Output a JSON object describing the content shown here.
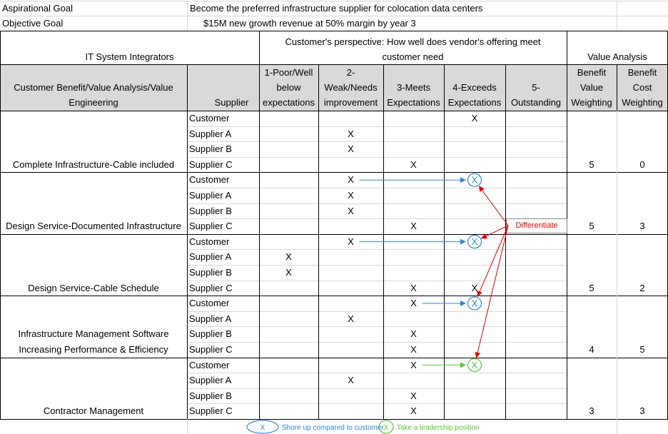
{
  "goals": {
    "aspirational_label": "Aspirational Goal",
    "aspirational_value": "Become the preferred infrastructure supplier for colocation data centers",
    "objective_label": "Objective Goal",
    "objective_value": "$15M new growth revenue at 50% margin by year 3"
  },
  "header": {
    "section_title": "IT System Integrators",
    "perspective_line1": "Customer's perspective: How well does  vendor's offering meet",
    "perspective_line2": "customer need",
    "value_analysis": "Value Analysis",
    "benefit_col_line1": "Customer Benefit/Value Analysis/Value",
    "benefit_col_line2": "Engineering",
    "supplier_col": "Supplier",
    "ratings": [
      {
        "l1": "1-Poor/Well",
        "l2": "below",
        "l3": "expectations"
      },
      {
        "l1": "2-",
        "l2": "Weak/Needs",
        "l3": "improvement"
      },
      {
        "l1": "",
        "l2": "3-Meets",
        "l3": "Expectations"
      },
      {
        "l1": "",
        "l2": "4-Exceeds",
        "l3": "Expectations"
      },
      {
        "l1": "",
        "l2": "5-",
        "l3": "Outstanding"
      }
    ],
    "benefit_value": {
      "l1": "Benefit",
      "l2": "Value",
      "l3": "Weighting"
    },
    "benefit_cost": {
      "l1": "Benefit",
      "l2": "Cost",
      "l3": "Weighting"
    }
  },
  "mark_symbol": "X",
  "groups": [
    {
      "label_lines": [
        "Complete Infrastructure-Cable included"
      ],
      "value_weight": "5",
      "cost_weight": "0",
      "rows": [
        {
          "supplier": "Customer",
          "rating": 4
        },
        {
          "supplier": "Supplier A",
          "rating": 2
        },
        {
          "supplier": "Supplier B",
          "rating": 2
        },
        {
          "supplier": "Supplier C",
          "rating": 3
        }
      ]
    },
    {
      "label_lines": [
        "Design Service-Documented Infrastructure"
      ],
      "value_weight": "5",
      "cost_weight": "3",
      "rows": [
        {
          "supplier": "Customer",
          "rating": 2
        },
        {
          "supplier": "Supplier A",
          "rating": 2
        },
        {
          "supplier": "Supplier B",
          "rating": 2
        },
        {
          "supplier": "Supplier C",
          "rating": 3
        }
      ]
    },
    {
      "label_lines": [
        "Design Service-Cable Schedule"
      ],
      "value_weight": "5",
      "cost_weight": "2",
      "rows": [
        {
          "supplier": "Customer",
          "rating": 2
        },
        {
          "supplier": "Supplier A",
          "rating": 1
        },
        {
          "supplier": "Supplier B",
          "rating": 1
        },
        {
          "supplier": "Supplier C",
          "rating": 3,
          "extra_rating": 4
        }
      ]
    },
    {
      "label_lines": [
        "Infrastructure Management Software",
        "Increasing Performance & Efficiency"
      ],
      "value_weight": "4",
      "cost_weight": "5",
      "rows": [
        {
          "supplier": "Customer",
          "rating": 3
        },
        {
          "supplier": "Supplier A",
          "rating": 2
        },
        {
          "supplier": "Supplier B",
          "rating": 3
        },
        {
          "supplier": "Supplier C",
          "rating": 3
        }
      ]
    },
    {
      "label_lines": [
        "Contractor Management"
      ],
      "value_weight": "3",
      "cost_weight": "3",
      "rows": [
        {
          "supplier": "Customer",
          "rating": 3
        },
        {
          "supplier": "Supplier A",
          "rating": 2
        },
        {
          "supplier": "Supplier B",
          "rating": 3
        },
        {
          "supplier": "Supplier C",
          "rating": 3
        }
      ]
    }
  ],
  "annotations": {
    "differentiate": "Differentiate",
    "differentiate_color": "#e00000",
    "shore_up_color": "#2e86de",
    "leadership_color": "#5cc43a",
    "targets": [
      {
        "group": 1,
        "row": 0,
        "from_rating": 2,
        "to_rating": 4,
        "style": "shore_up"
      },
      {
        "group": 2,
        "row": 0,
        "from_rating": 2,
        "to_rating": 4,
        "style": "shore_up"
      },
      {
        "group": 3,
        "row": 0,
        "from_rating": 3,
        "to_rating": 4,
        "style": "shore_up"
      },
      {
        "group": 4,
        "row": 0,
        "from_rating": 3,
        "to_rating": 4,
        "style": "leadership"
      }
    ]
  },
  "legend": {
    "shore_up_symbol": "X",
    "shore_up_text": "Shore up compared to customer",
    "leadership_symbol": "X",
    "leadership_text": "Take a leadership position"
  }
}
